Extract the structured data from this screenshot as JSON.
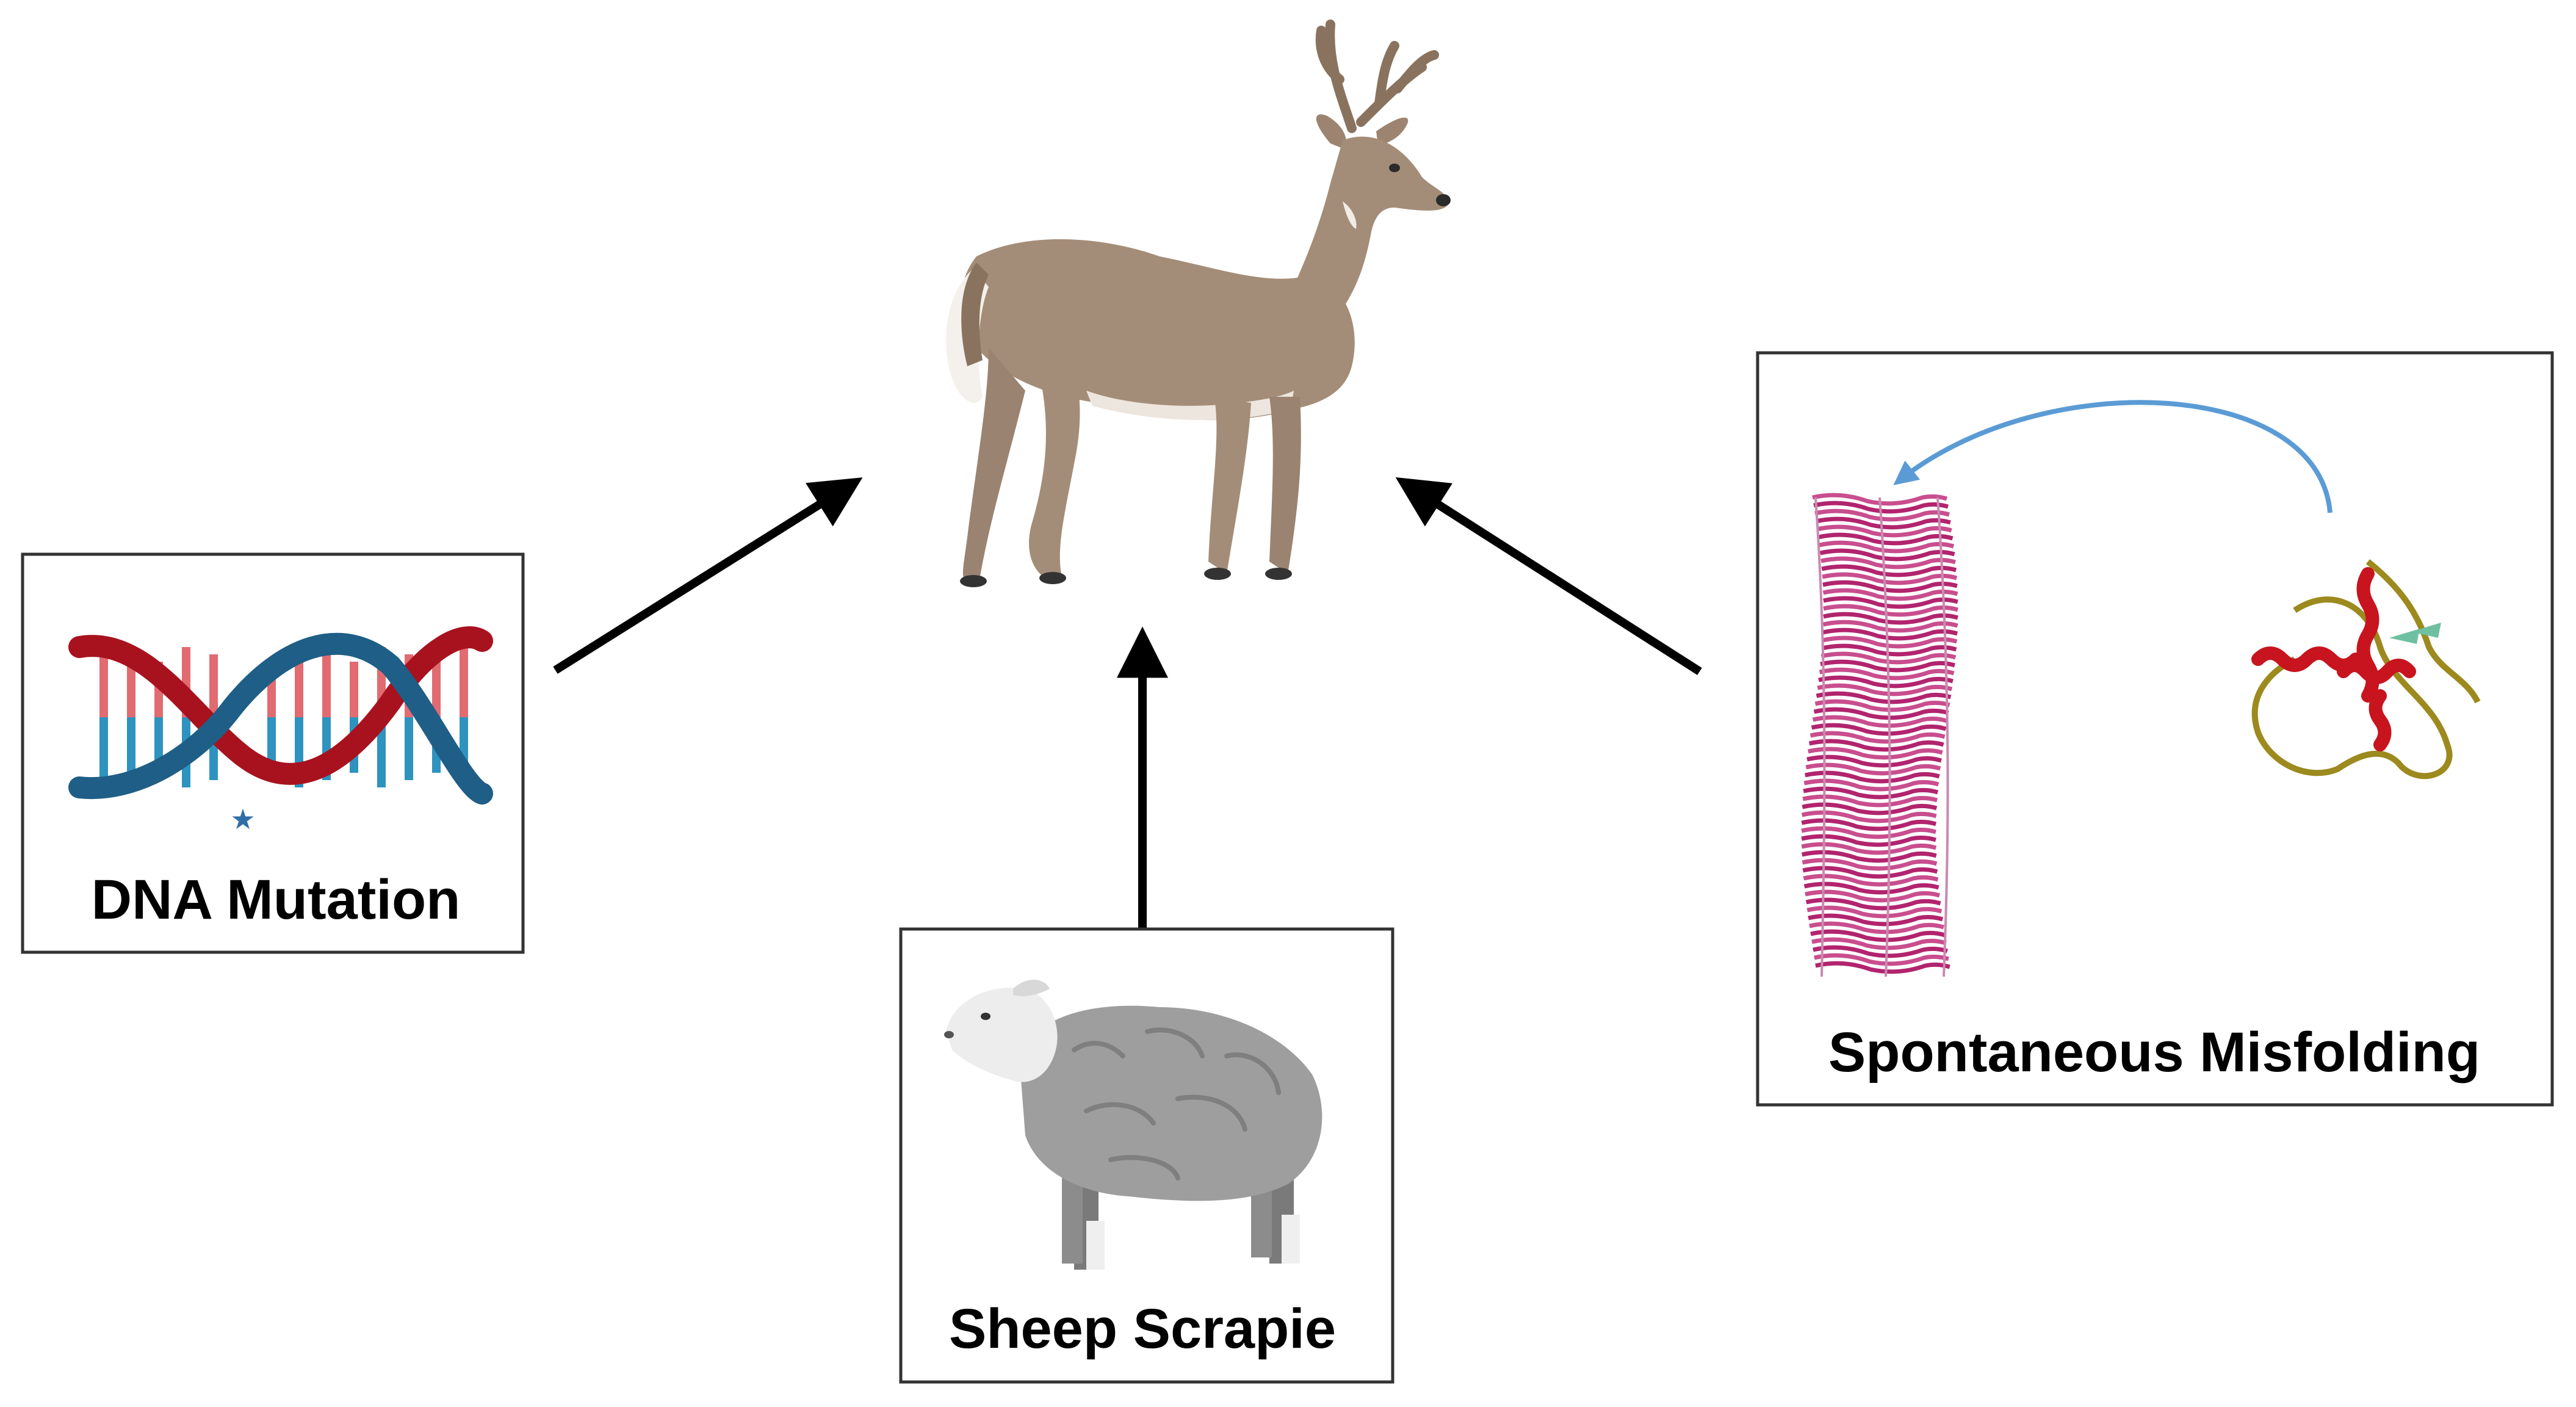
{
  "diagram": {
    "center_node": {
      "icon": "deer-icon"
    },
    "sources": [
      {
        "label": "DNA Mutation",
        "icon": "dna-helix-icon"
      },
      {
        "label": "Sheep Scrapie",
        "icon": "sheep-icon"
      },
      {
        "label": "Spontaneous Misfolding",
        "icon": "protein-misfolding-icon"
      }
    ]
  },
  "colors": {
    "arrow": "#000000",
    "box_border": "#333333",
    "deer_body": "#A48D78",
    "dna_strand_red": "#A8121E",
    "dna_strand_blue": "#1F5E86",
    "fibril": "#B2246E",
    "protein_helix": "#C8141E",
    "protein_coil": "#9C8A1F",
    "protein_sheet": "#6FC0A0",
    "curved_arrow": "#5B9BD5",
    "sheep_wool": "#9E9E9E"
  }
}
